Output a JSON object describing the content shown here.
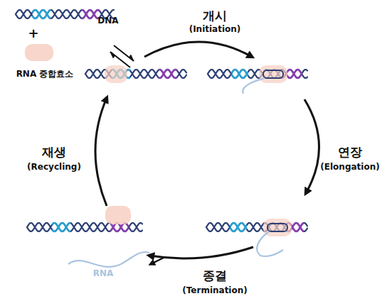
{
  "diagram": {
    "labels": [
      "개시",
      "(Initiation)",
      "DNA",
      "+",
      "RNA 중합효소",
      "연장",
      "(Elongation)",
      "재생",
      "(Recycling)",
      "RNA",
      "종결",
      "(Termination)"
    ]
  }
}
